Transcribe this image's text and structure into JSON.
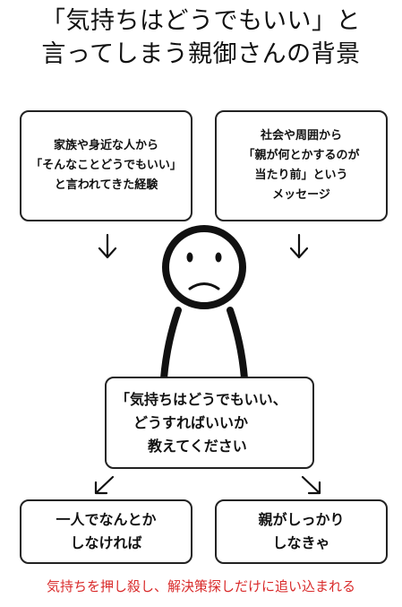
{
  "title": {
    "line1": "「気持ちはどうでもいい」と",
    "line2": "言ってしまう親御さんの背景"
  },
  "boxes": {
    "top_left": {
      "lines": [
        "家族や身近な人から",
        "「そんなことどうでもいい」",
        "と言われてきた経験"
      ]
    },
    "top_right": {
      "lines": [
        "社会や周囲から",
        "「親が何とかするのが",
        "当たり前」という",
        "メッセージ"
      ]
    },
    "center": {
      "lines": [
        "「気持ちはどうでもいい、",
        "どうすればいいか",
        "教えてください"
      ]
    },
    "bottom_left": {
      "lines": [
        "一人でなんとか",
        "しなければ"
      ]
    },
    "bottom_right": {
      "lines": [
        "親がしっかり",
        "しなきゃ"
      ]
    }
  },
  "caption": "気持ちを押し殺し、解決策探しだけに追い込まれる",
  "colors": {
    "stroke": "#111111",
    "caption": "#d92b2b",
    "background": "#ffffff"
  }
}
